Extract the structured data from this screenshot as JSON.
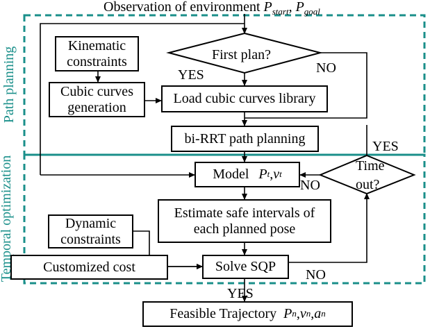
{
  "diagram": {
    "top_label": "Observation of environment",
    "top_math": {
      "a": "P",
      "a_sub": "start",
      "b": "P",
      "b_sub": "goal"
    },
    "section_path_planning": "Path planning",
    "section_temporal": "Temporal optimization",
    "nodes": {
      "kinematic": [
        "Kinematic",
        "constraints"
      ],
      "cubic_gen": [
        "Cubic curves",
        "generation"
      ],
      "first_plan": "First plan?",
      "load_library": "Load cubic curves library",
      "birrt": "bi-RRT path planning",
      "model": "Model",
      "model_math": {
        "a": "P",
        "a_sub": "t",
        "b": "v",
        "b_sub": "t"
      },
      "timeout": [
        "Time",
        "out?"
      ],
      "estimate": [
        "Estimate safe intervals of",
        "each planned pose"
      ],
      "dynamic": [
        "Dynamic",
        "constraints"
      ],
      "custom_cost": "Customized cost",
      "solve_sqp": "Solve SQP",
      "feasible": "Feasible Trajectory",
      "feasible_math": {
        "a": "P",
        "a_sub": "n",
        "b": "v",
        "b_sub": "n",
        "c": "a",
        "c_sub": "n"
      }
    },
    "edge_labels": {
      "yes_first": "YES",
      "no_first": "NO",
      "yes_timeout": "YES",
      "no_timeout": "NO",
      "no_sqp": "NO",
      "yes_sqp": "YES"
    }
  },
  "colors": {
    "dashed_border": "#1a8f8a",
    "section_text": "#1a8f8a",
    "lines": "#000000"
  }
}
